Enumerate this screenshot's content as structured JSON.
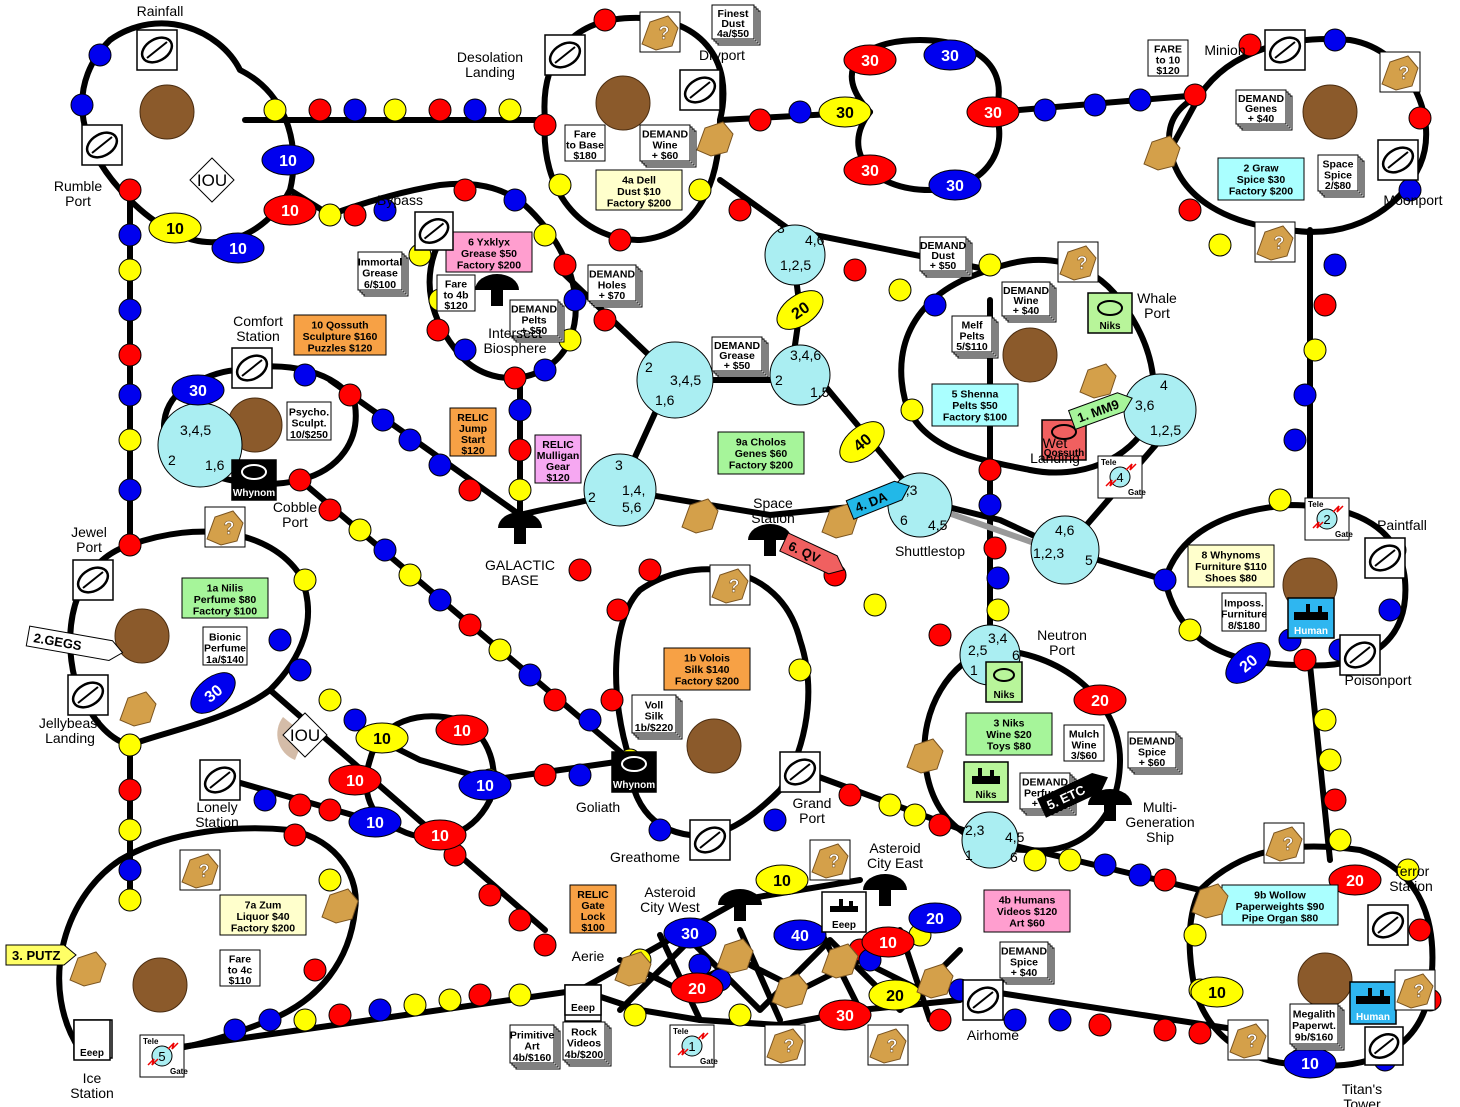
{
  "colors": {
    "red": "#ff0000",
    "blue": "#0000ee",
    "yellow": "#ffff00",
    "cyan": "#aaeef2",
    "track": "#000000",
    "brown": "#8b5a2b",
    "tan": "#d4a04a",
    "yellowcard": "#ffffcc",
    "cyancard": "#aaffff",
    "greencard": "#a6f59a",
    "orangecard": "#f7a145",
    "pinkcard": "#ff9ecf",
    "violetcard": "#f6a8f2"
  },
  "labels": [
    {
      "key": "rainfall",
      "lines": [
        "Rainfall"
      ]
    },
    {
      "key": "rumble",
      "lines": [
        "Rumble",
        "Port"
      ]
    },
    {
      "key": "desolation",
      "lines": [
        "Desolation",
        "Landing"
      ]
    },
    {
      "key": "dryport",
      "lines": [
        "Dryport"
      ]
    },
    {
      "key": "minion",
      "lines": [
        "Minion"
      ]
    },
    {
      "key": "moonport",
      "lines": [
        "Moonport"
      ]
    },
    {
      "key": "bypass",
      "lines": [
        "Bypass"
      ]
    },
    {
      "key": "intersect",
      "lines": [
        "Intersect",
        "Biosphere"
      ]
    },
    {
      "key": "comfort",
      "lines": [
        "Comfort",
        "Station"
      ]
    },
    {
      "key": "whale",
      "lines": [
        "Whale",
        "Port"
      ]
    },
    {
      "key": "wetlanding",
      "lines": [
        "Wet",
        "Landing"
      ]
    },
    {
      "key": "cobble",
      "lines": [
        "Cobble",
        "Port"
      ]
    },
    {
      "key": "galactic",
      "lines": [
        "GALACTIC",
        "BASE"
      ]
    },
    {
      "key": "spacestation",
      "lines": [
        "Space",
        "Station"
      ]
    },
    {
      "key": "shuttlestop",
      "lines": [
        "Shuttlestop"
      ]
    },
    {
      "key": "jewel",
      "lines": [
        "Jewel",
        "Port"
      ]
    },
    {
      "key": "paintfall",
      "lines": [
        "Paintfall"
      ]
    },
    {
      "key": "neutron",
      "lines": [
        "Neutron",
        "Port"
      ]
    },
    {
      "key": "jellybeast",
      "lines": [
        "Jellybeast",
        "Landing"
      ]
    },
    {
      "key": "poisonport",
      "lines": [
        "Poisonport"
      ]
    },
    {
      "key": "lonely",
      "lines": [
        "Lonely",
        "Station"
      ]
    },
    {
      "key": "goliath",
      "lines": [
        "Goliath"
      ]
    },
    {
      "key": "grandport",
      "lines": [
        "Grand",
        "Port"
      ]
    },
    {
      "key": "multigen",
      "lines": [
        "Multi-",
        "Generation",
        "Ship"
      ]
    },
    {
      "key": "greathome",
      "lines": [
        "Greathome"
      ]
    },
    {
      "key": "asteroideast",
      "lines": [
        "Asteroid",
        "City    East"
      ]
    },
    {
      "key": "asteroidwest",
      "lines": [
        "Asteroid",
        "City    West"
      ]
    },
    {
      "key": "terror",
      "lines": [
        "Terror",
        "Station"
      ]
    },
    {
      "key": "aerie",
      "lines": [
        "Aerie"
      ]
    },
    {
      "key": "airhome",
      "lines": [
        "Airhome"
      ]
    },
    {
      "key": "ice",
      "lines": [
        "Ice",
        "Station"
      ]
    },
    {
      "key": "titans",
      "lines": [
        "Titan's",
        "Tower"
      ]
    }
  ],
  "cards": [
    {
      "key": "c_finest",
      "color": "white",
      "lines": [
        "Finest",
        "Dust",
        "4a/$50"
      ]
    },
    {
      "key": "c_fare180",
      "color": "white",
      "lines": [
        "Fare",
        "to  Base",
        "$180"
      ]
    },
    {
      "key": "c_demwine60",
      "color": "white",
      "lines": [
        "DEMAND",
        "Wine",
        "+   $60"
      ]
    },
    {
      "key": "c_4a",
      "color": "yellowcard",
      "lines": [
        "4a    Dell",
        "Dust    $10",
        "Factory  $200"
      ]
    },
    {
      "key": "c_fare120",
      "color": "white",
      "lines": [
        "FARE",
        "to 10",
        "$120"
      ]
    },
    {
      "key": "c_demgenes",
      "color": "white",
      "lines": [
        "DEMAND",
        "Genes",
        "+   $40"
      ]
    },
    {
      "key": "c_2graw",
      "color": "cyancard",
      "lines": [
        "2    Graw",
        "Spice   $30",
        "Factory  $200"
      ]
    },
    {
      "key": "c_spacespice",
      "color": "white",
      "lines": [
        "Space",
        "Spice",
        "2/$80"
      ]
    },
    {
      "key": "c_6yx",
      "color": "pinkcard",
      "lines": [
        "6    Yxklyx",
        "Grease   $50",
        "Factory  $200"
      ]
    },
    {
      "key": "c_immortal",
      "color": "white",
      "lines": [
        "Immortal",
        "Grease",
        "6/$100"
      ]
    },
    {
      "key": "c_fare4b",
      "color": "white",
      "lines": [
        "Fare",
        "to 4b",
        "$120"
      ]
    },
    {
      "key": "c_demholes",
      "color": "white",
      "lines": [
        "DEMAND",
        "Holes",
        "+   $70"
      ]
    },
    {
      "key": "c_dempelts",
      "color": "white",
      "lines": [
        "DEMAND",
        "Pelts",
        "+   $50"
      ]
    },
    {
      "key": "c_demdust",
      "color": "white",
      "lines": [
        "DEMAND",
        "Dust",
        "+   $50"
      ]
    },
    {
      "key": "c_demwine40",
      "color": "white",
      "lines": [
        "DEMAND",
        "Wine",
        "+   $40"
      ]
    },
    {
      "key": "c_10q",
      "color": "orangecard",
      "lines": [
        "10    Qossuth",
        "Sculpture   $160",
        "Puzzles    $120"
      ]
    },
    {
      "key": "c_psycho",
      "color": "white",
      "lines": [
        "Psycho.",
        "Sculpt.",
        "10/$250"
      ]
    },
    {
      "key": "c_demgrease",
      "color": "white",
      "lines": [
        "DEMAND",
        "Grease",
        "+   $50"
      ]
    },
    {
      "key": "c_melf",
      "color": "white",
      "lines": [
        "Melf",
        "Pelts",
        "5/$110"
      ]
    },
    {
      "key": "c_5shenna",
      "color": "cyancard",
      "lines": [
        "5 Shenna",
        "Pelts  $50",
        "Factory $100"
      ]
    },
    {
      "key": "c_relicjump",
      "color": "orangecard",
      "lines": [
        "RELIC",
        "Jump",
        "Start",
        "$120"
      ]
    },
    {
      "key": "c_relicmull",
      "color": "violetcard",
      "lines": [
        "RELIC",
        "Mulligan",
        "Gear",
        "$120"
      ]
    },
    {
      "key": "c_9a",
      "color": "greencard",
      "lines": [
        "9a    Cholos",
        "Genes    $60",
        "Factory  $200"
      ]
    },
    {
      "key": "c_1a",
      "color": "greencard",
      "lines": [
        "1a    Nilis",
        "Perfume   $80",
        "Factory  $100"
      ]
    },
    {
      "key": "c_bionic",
      "color": "white",
      "lines": [
        "Bionic",
        "Perfume",
        "1a/$140"
      ]
    },
    {
      "key": "c_8wh",
      "color": "yellowcard",
      "lines": [
        "8    Whynoms",
        "Furniture   $110",
        "Shoes     $80"
      ]
    },
    {
      "key": "c_imposs",
      "color": "white",
      "lines": [
        "Imposs.",
        "Furniture",
        "8/$180"
      ]
    },
    {
      "key": "c_1b",
      "color": "orangecard",
      "lines": [
        "1b    Volois",
        "Silk    $140",
        "Factory  $200"
      ]
    },
    {
      "key": "c_voll",
      "color": "white",
      "lines": [
        "Voll",
        "Silk",
        "1b/$220"
      ]
    },
    {
      "key": "c_3niks",
      "color": "greencard",
      "lines": [
        "3    Niks",
        "Wine  $20",
        "Toys  $80"
      ]
    },
    {
      "key": "c_mulch",
      "color": "white",
      "lines": [
        "Mulch",
        "Wine",
        "3/$60"
      ]
    },
    {
      "key": "c_demspice60",
      "color": "white",
      "lines": [
        "DEMAND",
        "Spice",
        "+   $60"
      ]
    },
    {
      "key": "c_demperfume",
      "color": "white",
      "lines": [
        "DEMAND",
        "Perfume",
        "+   $60"
      ]
    },
    {
      "key": "c_7a",
      "color": "yellowcard",
      "lines": [
        "7a    Zum",
        "Liquor   $40",
        "Factory  $200"
      ]
    },
    {
      "key": "c_fare4c",
      "color": "white",
      "lines": [
        "Fare",
        "to  4c",
        "$110"
      ]
    },
    {
      "key": "c_relicgate",
      "color": "orangecard",
      "lines": [
        "RELIC",
        "Gate",
        "Lock",
        "$100"
      ]
    },
    {
      "key": "c_4b",
      "color": "pinkcard",
      "lines": [
        "4b    Humans",
        "Videos   $120",
        "Art     $60"
      ]
    },
    {
      "key": "c_demspice40",
      "color": "white",
      "lines": [
        "DEMAND",
        "Spice",
        "+   $40"
      ]
    },
    {
      "key": "c_9b",
      "color": "cyancard",
      "lines": [
        "9b  Wollow",
        "Paperweights  $90",
        "Pipe Organ $80"
      ]
    },
    {
      "key": "c_megalith",
      "color": "white",
      "lines": [
        "Megalith",
        "Paperwt.",
        "9b/$160"
      ]
    },
    {
      "key": "c_primitive",
      "color": "white",
      "lines": [
        "Primitive",
        "Art",
        "4b/$160"
      ]
    },
    {
      "key": "c_rockvid",
      "color": "white",
      "lines": [
        "Rock",
        "Videos",
        "4b/$200"
      ]
    }
  ],
  "cyan_circles": [
    {
      "key": "cc_top",
      "nums": [
        "3",
        "4,6",
        "1,2,5"
      ]
    },
    {
      "key": "cc_mid1",
      "nums": [
        "2",
        "3,4,5",
        "1,6"
      ]
    },
    {
      "key": "cc_mid2",
      "nums": [
        "3,4,6",
        "2",
        "1,5"
      ]
    },
    {
      "key": "cc_base",
      "nums": [
        "3",
        "2",
        "1,4,",
        "5,6"
      ]
    },
    {
      "key": "cc_comfort",
      "nums": [
        "3,4,5",
        "2",
        "1,6"
      ]
    },
    {
      "key": "cc_shuttle",
      "nums": [
        "2,3",
        "4,5",
        "6"
      ]
    },
    {
      "key": "cc_whale",
      "nums": [
        "4",
        "3,6",
        "1,2,5"
      ]
    },
    {
      "key": "cc_right",
      "nums": [
        "4,6",
        "1,2,3",
        "5"
      ]
    },
    {
      "key": "cc_neutron",
      "nums": [
        "3,4",
        "2,5",
        "6",
        "1"
      ]
    },
    {
      "key": "cc_multigen",
      "nums": [
        "2,3",
        "4,5",
        "1",
        "6"
      ]
    }
  ],
  "ovals": [
    {
      "key": "o1",
      "color": "red",
      "text": "30"
    },
    {
      "key": "o2",
      "color": "blue",
      "text": "30"
    },
    {
      "key": "o3",
      "color": "red",
      "text": "30"
    },
    {
      "key": "o4",
      "color": "yellow",
      "text": "30"
    },
    {
      "key": "o5",
      "color": "red",
      "text": "30"
    },
    {
      "key": "o6",
      "color": "blue",
      "text": "30"
    },
    {
      "key": "o7",
      "color": "blue",
      "text": "10"
    },
    {
      "key": "o8",
      "color": "red",
      "text": "10"
    },
    {
      "key": "o9",
      "color": "yellow",
      "text": "10"
    },
    {
      "key": "o10",
      "color": "blue",
      "text": "10"
    },
    {
      "key": "o11",
      "color": "blue",
      "text": "30"
    },
    {
      "key": "o12",
      "color": "yellow",
      "text": "20"
    },
    {
      "key": "o13",
      "color": "yellow",
      "text": "40"
    },
    {
      "key": "o14",
      "color": "blue",
      "text": "30"
    },
    {
      "key": "o15",
      "color": "blue",
      "text": "20"
    },
    {
      "key": "o16",
      "color": "red",
      "text": "20"
    },
    {
      "key": "o17",
      "color": "yellow",
      "text": "10"
    },
    {
      "key": "o18",
      "color": "red",
      "text": "10"
    },
    {
      "key": "o19",
      "color": "red",
      "text": "10"
    },
    {
      "key": "o20",
      "color": "blue",
      "text": "10"
    },
    {
      "key": "o21",
      "color": "blue",
      "text": "10"
    },
    {
      "key": "o22",
      "color": "red",
      "text": "10"
    },
    {
      "key": "o23",
      "color": "yellow",
      "text": "10"
    },
    {
      "key": "o24",
      "color": "blue",
      "text": "30"
    },
    {
      "key": "o25",
      "color": "blue",
      "text": "40"
    },
    {
      "key": "o26",
      "color": "red",
      "text": "20"
    },
    {
      "key": "o27",
      "color": "red",
      "text": "10"
    },
    {
      "key": "o28",
      "color": "blue",
      "text": "20"
    },
    {
      "key": "o29",
      "color": "yellow",
      "text": "20"
    },
    {
      "key": "o30",
      "color": "red",
      "text": "30"
    },
    {
      "key": "o31",
      "color": "yellow",
      "text": "10"
    },
    {
      "key": "o32",
      "color": "blue",
      "text": "10"
    },
    {
      "key": "o33",
      "color": "red",
      "text": "20"
    }
  ],
  "tags": [
    {
      "key": "t1",
      "text": "1. MM9",
      "color": "#a6f59a"
    },
    {
      "key": "t2",
      "text": "2.GEGS",
      "color": "#ffffff"
    },
    {
      "key": "t3",
      "text": "3. PUTZ",
      "color": "#ffff66"
    },
    {
      "key": "t4",
      "text": "4. DA",
      "color": "#22b8e8"
    },
    {
      "key": "t5",
      "text": "5. ETC",
      "color": "#000000"
    },
    {
      "key": "t6",
      "text": "6. QV",
      "color": "#f06060"
    }
  ],
  "iou": [
    "IOU",
    "IOU"
  ],
  "tele": [
    {
      "key": "tele1",
      "num": "4"
    },
    {
      "key": "tele2",
      "num": "2"
    },
    {
      "key": "tele3",
      "num": "5"
    },
    {
      "key": "tele4",
      "num": "1"
    }
  ],
  "tele_text": {
    "top": "Tele",
    "bottom": "Gate"
  },
  "icon_labels": {
    "whynom": "Whynom",
    "niks": "Niks",
    "qossuth": "Qossuth",
    "human": "Human",
    "eeep": "Eeep"
  }
}
